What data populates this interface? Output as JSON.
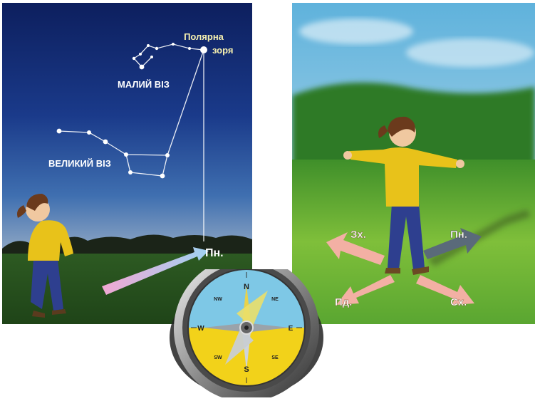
{
  "night_scene": {
    "polaris_label_line1": "Полярна",
    "polaris_label_line2": "зоря",
    "little_dipper_label": "МАЛИЙ ВІЗ",
    "big_dipper_label": "ВЕЛИКИЙ ВІЗ",
    "north_arrow_label": "Пн."
  },
  "day_scene": {
    "west_label": "Зх.",
    "north_label": "Пн.",
    "south_label": "Пд.",
    "east_label": "Сх."
  },
  "compass": {
    "north_letter": "N",
    "south_letter": "S",
    "east_letter": "E",
    "west_letter": "W",
    "ne_letter": "NE",
    "nw_letter": "NW",
    "se_letter": "SE",
    "sw_letter": "SW",
    "colors": {
      "sky": "#7ec8e6",
      "field": "#f2d21a",
      "needle": "#e8d24a"
    }
  }
}
